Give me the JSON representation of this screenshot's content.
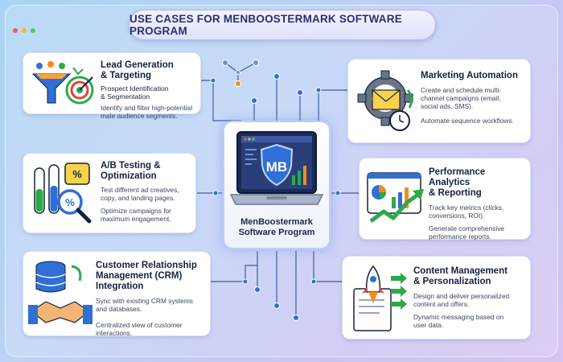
{
  "title": "USE CASES FOR MENBOOSTERMARK SOFTWARE PROGRAM",
  "colors": {
    "accent": "#2f6fd6",
    "green": "#2fa84a",
    "orange": "#f28c1c",
    "navy": "#14223f"
  },
  "center": {
    "label_line1": "MenBoostermark",
    "label_line2": "Software Program",
    "logo_text": "MB"
  },
  "cards": {
    "lead": {
      "title_line1": "Lead Generation",
      "title_line2": "& Targeting",
      "sub_line1": "Prospect Identification",
      "sub_line2": "& Segmentation",
      "desc_line1": "Identify and filter high-potential",
      "desc_line2": "male audience segments."
    },
    "ab": {
      "title_line1": "A/B Testing &",
      "title_line2": "Optimization",
      "desc_line1": "Test different ad creatives,",
      "desc_line2": "copy, and landing pages.",
      "desc2_line1": "Optimize campaigns for",
      "desc2_line2": "maximum engagement."
    },
    "crm": {
      "title_line1": "Customer Relationship",
      "title_line2": "Management (CRM) Integration",
      "desc_line1": "Sync with existing CRM systems",
      "desc_line2": "and databases.",
      "desc2_line1": "Centralized view of customer interactions."
    },
    "marketing": {
      "title": "Marketing Automation",
      "desc_line1": "Create and schedule multi-",
      "desc_line2": "channel campaigns (email,",
      "desc_line3": "social ads, SMS).",
      "desc2_line1": "Automate sequence workflows."
    },
    "analytics": {
      "title_line1": "Performance Analytics",
      "title_line2": "& Reporting",
      "desc_line1": "Track key metrics (clicks,",
      "desc_line2": "conversions, ROI).",
      "desc2_line1": "Generate comprehensive",
      "desc2_line2": "performance reports."
    },
    "content": {
      "title_line1": "Content Management",
      "title_line2": "& Personalization",
      "desc_line1": "Design and deliver personalized",
      "desc_line2": "content and offers.",
      "desc2_line1": "Dynamic messaging based on",
      "desc2_line2": "user data."
    }
  }
}
